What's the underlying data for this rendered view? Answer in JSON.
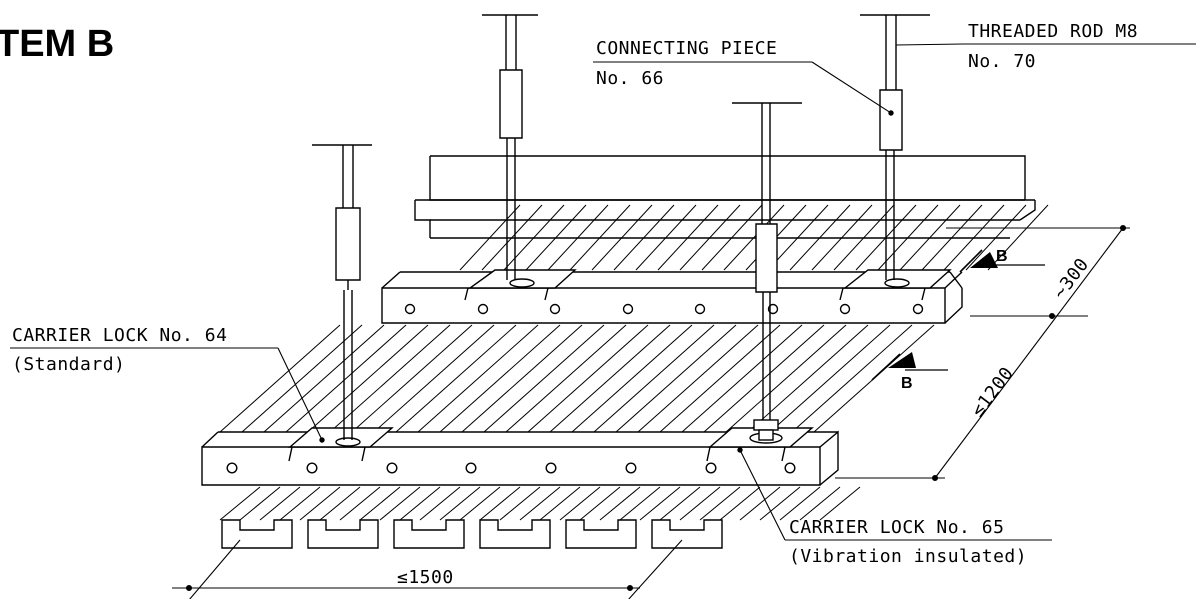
{
  "title": "TEM  B",
  "labels": {
    "connecting_piece": {
      "line1": "CONNECTING  PIECE",
      "line2": "No.  66"
    },
    "threaded_rod": {
      "line1": "THREADED  ROD  M8",
      "line2": "No.  70"
    },
    "carrier_lock_64": {
      "line1": "CARRIER  LOCK  No.  64",
      "line2": "(Standard)"
    },
    "carrier_lock_65": {
      "line1": "CARRIER  LOCK  No.  65",
      "line2": "(Vibration  insulated)"
    }
  },
  "section_marks": [
    "B",
    "B"
  ],
  "dimensions": {
    "spacing_top": "~300",
    "spacing_side": "≤1200",
    "spacing_bottom": "≤1500"
  },
  "colors": {
    "line": "#000000",
    "fill": "#ffffff"
  }
}
